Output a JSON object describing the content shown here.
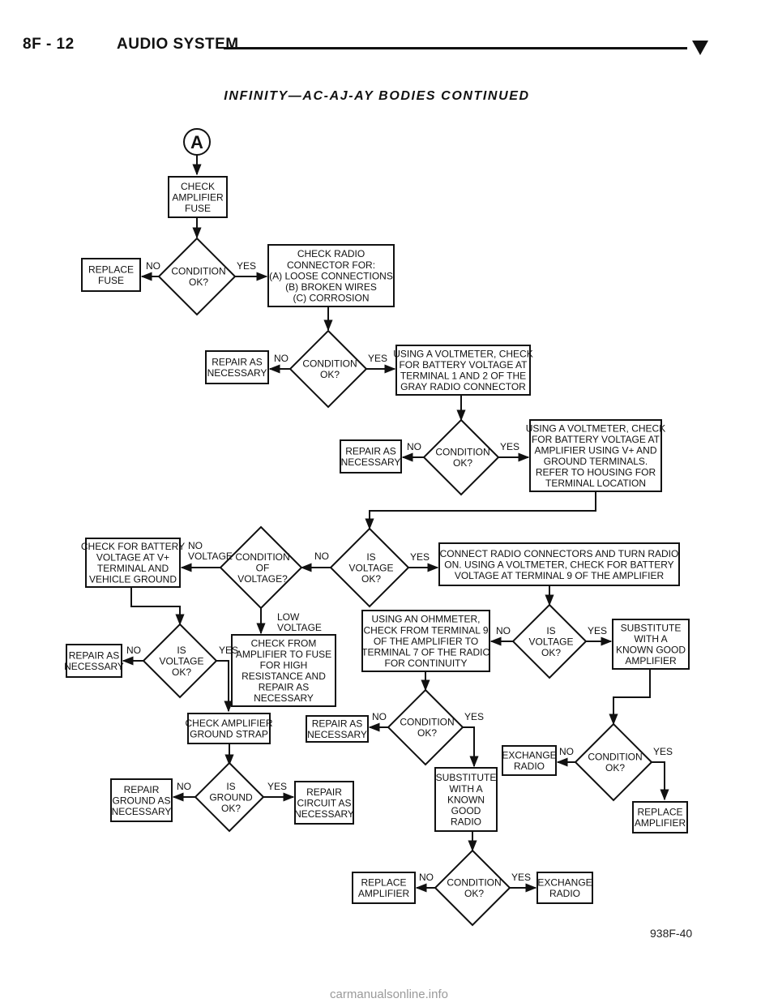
{
  "header": {
    "page_number": "8F - 12",
    "section": "AUDIO SYSTEM"
  },
  "subtitle": "INFINITY—AC-AJ-AY BODIES CONTINUED",
  "figure_id": "938F-40",
  "watermark": "carmanualsonline.info",
  "diagram": {
    "connector": "A",
    "nodes": {
      "check_fuse": [
        "CHECK",
        "AMPLIFIER",
        "FUSE"
      ],
      "replace_fuse": [
        "REPLACE",
        "FUSE"
      ],
      "cond_1": [
        "CONDITION",
        "OK?"
      ],
      "check_radio_connector": [
        "CHECK RADIO",
        "CONNECTOR FOR:",
        "(A) LOOSE CONNECTIONS",
        "(B) BROKEN WIRES",
        "(C) CORROSION"
      ],
      "repair_1": [
        "REPAIR AS",
        "NECESSARY"
      ],
      "cond_2": [
        "CONDITION",
        "OK?"
      ],
      "voltmeter_gray": [
        "USING A VOLTMETER, CHECK",
        "FOR BATTERY VOLTAGE AT",
        "TERMINAL 1 AND 2 OF THE",
        "GRAY RADIO CONNECTOR"
      ],
      "repair_2": [
        "REPAIR AS",
        "NECESSARY"
      ],
      "cond_3": [
        "CONDITION",
        "OK?"
      ],
      "voltmeter_amp": [
        "USING A VOLTMETER, CHECK",
        "FOR BATTERY VOLTAGE AT",
        "AMPLIFIER USING V+ AND",
        "GROUND TERMINALS.",
        "REFER TO HOUSING FOR",
        "TERMINAL LOCATION"
      ],
      "check_battery_v": [
        "CHECK FOR BATTERY",
        "VOLTAGE AT V+",
        "TERMINAL AND",
        "VEHICLE GROUND"
      ],
      "cond_voltage": [
        "CONDITION",
        "OF",
        "VOLTAGE?"
      ],
      "is_voltage_1": [
        "IS",
        "VOLTAGE",
        "OK?"
      ],
      "connect_radio": [
        "CONNECT RADIO CONNECTORS AND TURN RADIO",
        "ON. USING A VOLTMETER, CHECK FOR BATTERY",
        "VOLTAGE AT TERMINAL 9 OF THE AMPLIFIER"
      ],
      "repair_3": [
        "REPAIR AS",
        "NECESSARY"
      ],
      "is_voltage_2": [
        "IS",
        "VOLTAGE",
        "OK?"
      ],
      "check_fuse_resistance": [
        "CHECK FROM",
        "AMPLIFIER TO FUSE",
        "FOR HIGH",
        "RESISTANCE AND",
        "REPAIR AS",
        "NECESSARY"
      ],
      "ohmmeter": [
        "USING AN OHMMETER,",
        "CHECK FROM TERMINAL 9",
        "OF THE AMPLIFIER TO",
        "TERMINAL 7 OF THE RADIO",
        "FOR CONTINUITY"
      ],
      "is_voltage_3": [
        "IS",
        "VOLTAGE",
        "OK?"
      ],
      "substitute_amp": [
        "SUBSTITUTE",
        "WITH A",
        "KNOWN GOOD",
        "AMPLIFIER"
      ],
      "check_ground_strap": [
        "CHECK AMPLIFIER",
        "GROUND STRAP"
      ],
      "repair_4": [
        "REPAIR AS",
        "NECESSARY"
      ],
      "cond_4": [
        "CONDITION",
        "OK?"
      ],
      "exchange_radio_1": [
        "EXCHANGE",
        "RADIO"
      ],
      "cond_5": [
        "CONDITION",
        "OK?"
      ],
      "repair_ground": [
        "REPAIR",
        "GROUND AS",
        "NECESSARY"
      ],
      "is_ground": [
        "IS",
        "GROUND",
        "OK?"
      ],
      "repair_circuit": [
        "REPAIR",
        "CIRCUIT AS",
        "NECESSARY"
      ],
      "substitute_radio": [
        "SUBSTITUTE",
        "WITH A",
        "KNOWN",
        "GOOD",
        "RADIO"
      ],
      "replace_amp_1": [
        "REPLACE",
        "AMPLIFIER"
      ],
      "replace_amp_2": [
        "REPLACE",
        "AMPLIFIER"
      ],
      "cond_6": [
        "CONDITION",
        "OK?"
      ],
      "exchange_radio_2": [
        "EXCHANGE",
        "RADIO"
      ]
    },
    "edge_labels": {
      "no": "NO",
      "yes": "YES",
      "no_voltage": [
        "NO",
        "VOLTAGE"
      ],
      "low_voltage": [
        "LOW",
        "VOLTAGE"
      ]
    }
  }
}
